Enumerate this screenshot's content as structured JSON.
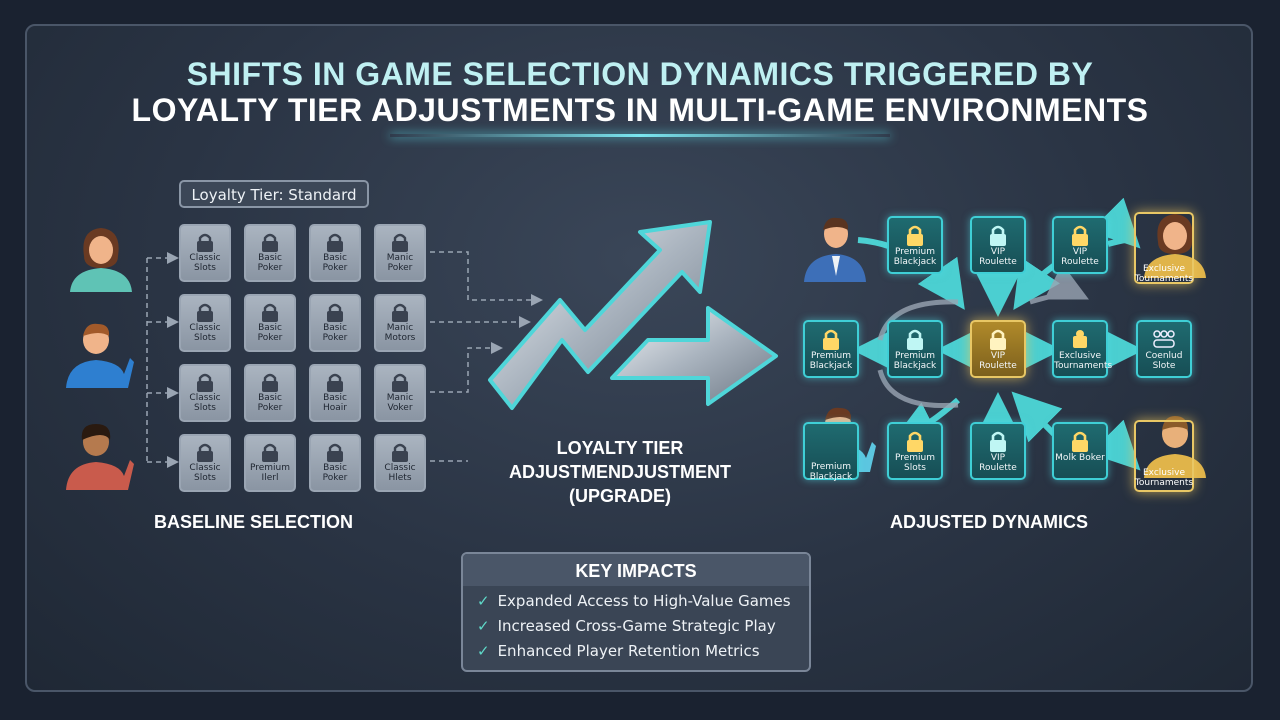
{
  "title": {
    "line1": "SHIFTS IN GAME SELECTION DYNAMICS TRIGGERED BY",
    "line2": "LOYALTY TIER ADJUSTMENTS IN MULTI-GAME ENVIRONMENTS"
  },
  "baseline": {
    "tier_label": "Loyalty Tier: Standard",
    "section_label": "BASELINE SELECTION",
    "grid": [
      [
        "Classic Slots",
        "Basic Poker",
        "Basic Poker",
        "Manic Poker"
      ],
      [
        "Classic Slots",
        "Basic Poker",
        "Basic Poker",
        "Manic Motors"
      ],
      [
        "Classic Slots",
        "Basic Poker",
        "Basic Hoair",
        "Manic Voker"
      ],
      [
        "Classic Slots",
        "Premium Ilerl",
        "Basic Poker",
        "Classic Hlets"
      ]
    ]
  },
  "center": {
    "line1": "LOYALTY TIER",
    "line2": "ADJUSTMENDJUSTMENT",
    "line3": "(UPGRADE)"
  },
  "adjusted": {
    "section_label": "ADJUSTED DYNAMICS",
    "tiles": [
      {
        "id": "t1",
        "label": "Premium Blackjack",
        "style": "teal"
      },
      {
        "id": "t2",
        "label": "VIP Roulette",
        "style": "teal"
      },
      {
        "id": "t3",
        "label": "VIP Roulette",
        "style": "teal"
      },
      {
        "id": "t4",
        "label": "Exclusive Tournaments",
        "style": "gold"
      },
      {
        "id": "t5",
        "label": "Premium Blackjack",
        "style": "teal"
      },
      {
        "id": "t6",
        "label": "Premium Blackjack",
        "style": "teal"
      },
      {
        "id": "t7",
        "label": "VIP Roulette",
        "style": "gold"
      },
      {
        "id": "t8",
        "label": "Exclusive Tournaments",
        "style": "teal"
      },
      {
        "id": "t9",
        "label": "Coenlud Slote",
        "style": "teal"
      },
      {
        "id": "t10",
        "label": "Premium Blackjack",
        "style": "teal"
      },
      {
        "id": "t11",
        "label": "Premium Slots",
        "style": "teal"
      },
      {
        "id": "t12",
        "label": "VIP Roulette",
        "style": "teal"
      },
      {
        "id": "t13",
        "label": "Molk Boker",
        "style": "teal"
      },
      {
        "id": "t14",
        "label": "Exclusive Tournaments",
        "style": "gold"
      }
    ]
  },
  "impacts": {
    "heading": "KEY IMPACTS",
    "items": [
      "Expanded Access to High-Value Games",
      "Increased Cross-Game Strategic Play",
      "Enhanced Player Retention Metrics"
    ]
  },
  "colors": {
    "accent_teal": "#3fcfd6",
    "accent_gold": "#e8c765",
    "baseline_tile": "#9aa5b3"
  }
}
